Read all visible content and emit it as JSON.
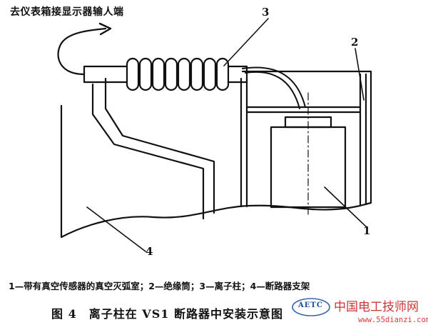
{
  "diagram": {
    "top_caption": "去仪表箱接显示器输人端",
    "part_numbers": {
      "n1": "1",
      "n2": "2",
      "n3": "3",
      "n4": "4"
    },
    "legend": "1—带有真空传感器的真空灭弧室；2—绝缘筒；3—离子柱；4—断路器支架",
    "figure_title": "图 4　离子柱在 VS1 断路器中安装示意图"
  },
  "watermark": {
    "site_name": "中国电工技师网",
    "url": "www.55dianzi.com",
    "logo_text": "AETC"
  },
  "colors": {
    "ink": "#111111",
    "watermark_red": "#c82020",
    "watermark_blue": "#1a4ea0"
  }
}
